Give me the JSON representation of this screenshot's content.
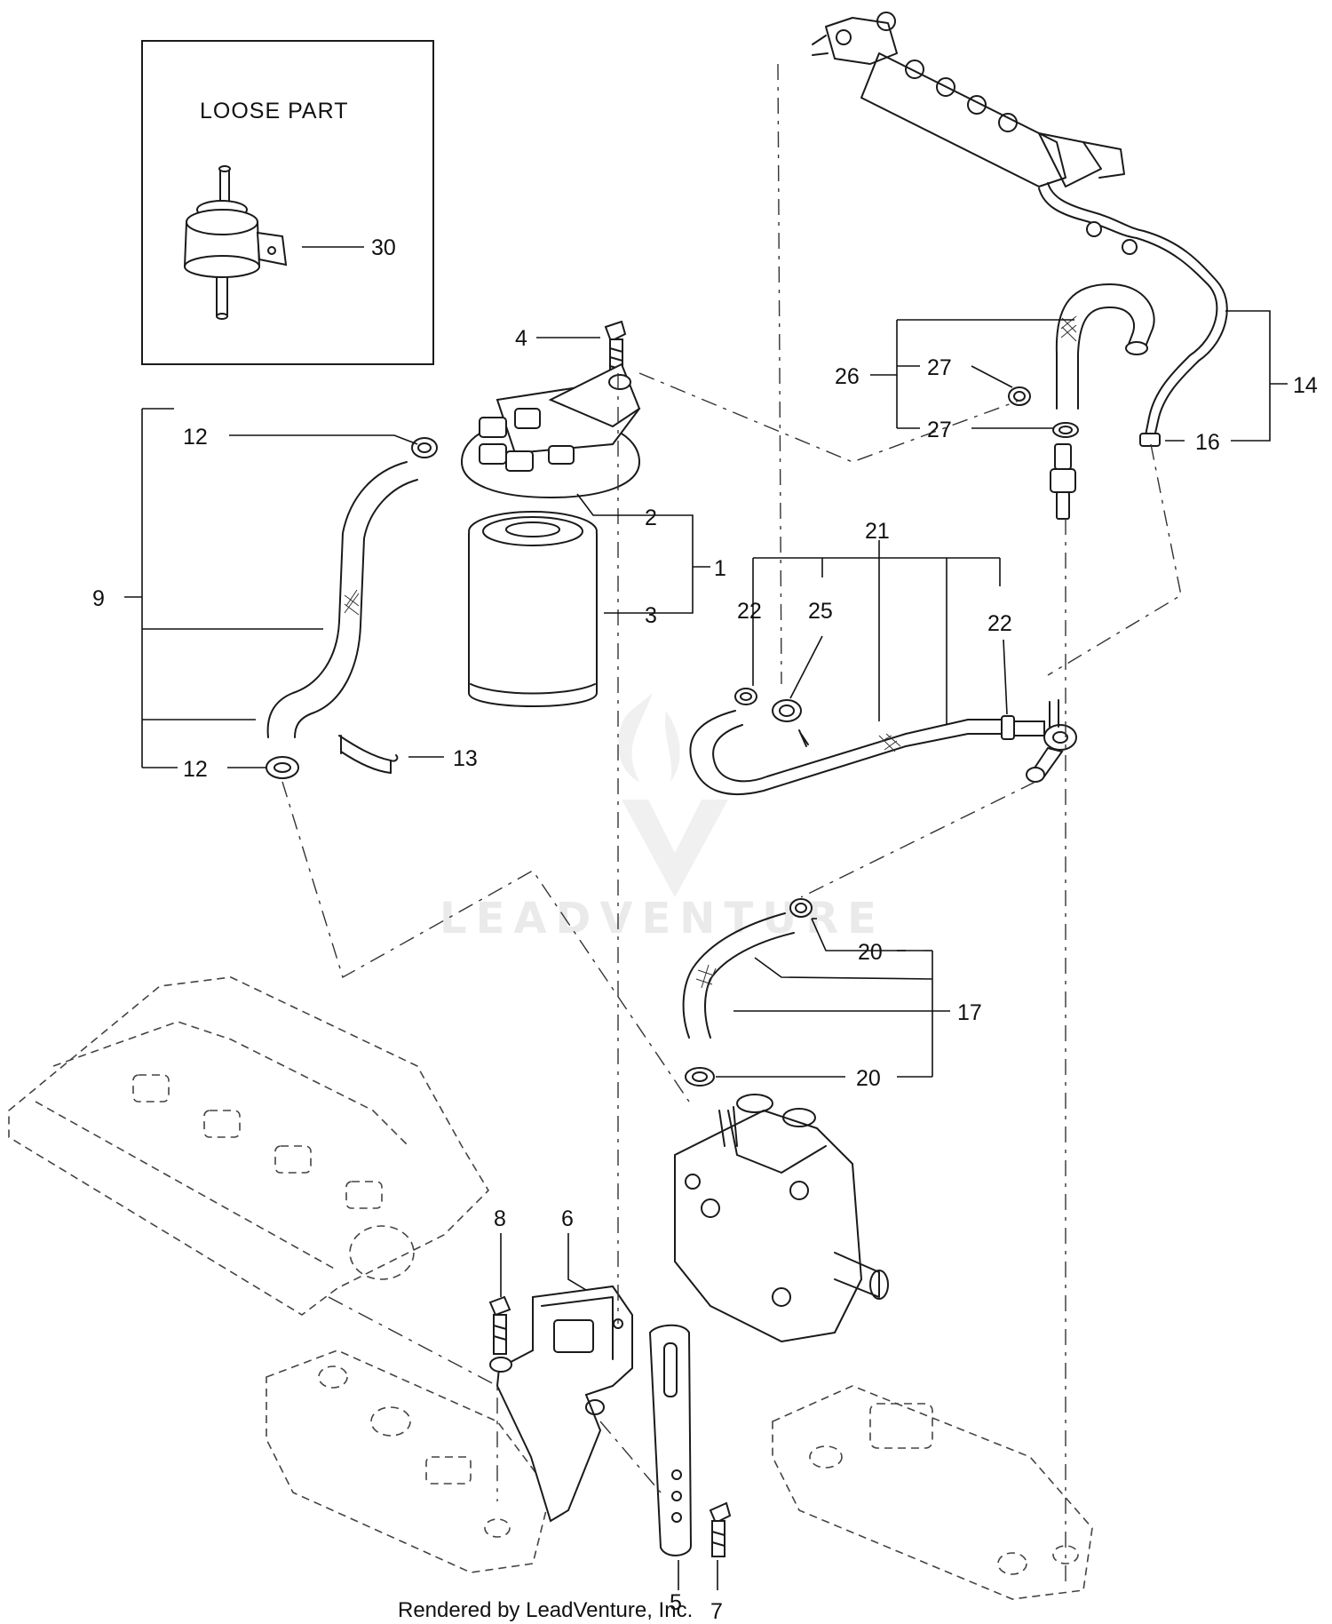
{
  "loose_part_box": {
    "title": "LOOSE  PART",
    "item": "30"
  },
  "callouts": {
    "c1": "1",
    "c2": "2",
    "c3": "3",
    "c4": "4",
    "c5": "5",
    "c6": "6",
    "c7": "7",
    "c8": "8",
    "c9": "9",
    "c12a": "12",
    "c12b": "12",
    "c13": "13",
    "c14": "14",
    "c16": "16",
    "c17": "17",
    "c20a": "20",
    "c20b": "20",
    "c21": "21",
    "c22a": "22",
    "c22b": "22",
    "c25": "25",
    "c26": "26",
    "c27a": "27",
    "c27b": "27"
  },
  "watermark": {
    "text": "LEADVENTURE"
  },
  "credit": "Rendered by LeadVenture, Inc.",
  "colors": {
    "line": "#1a1a1a",
    "watermark": "#d9d9d9",
    "background": "#ffffff"
  }
}
